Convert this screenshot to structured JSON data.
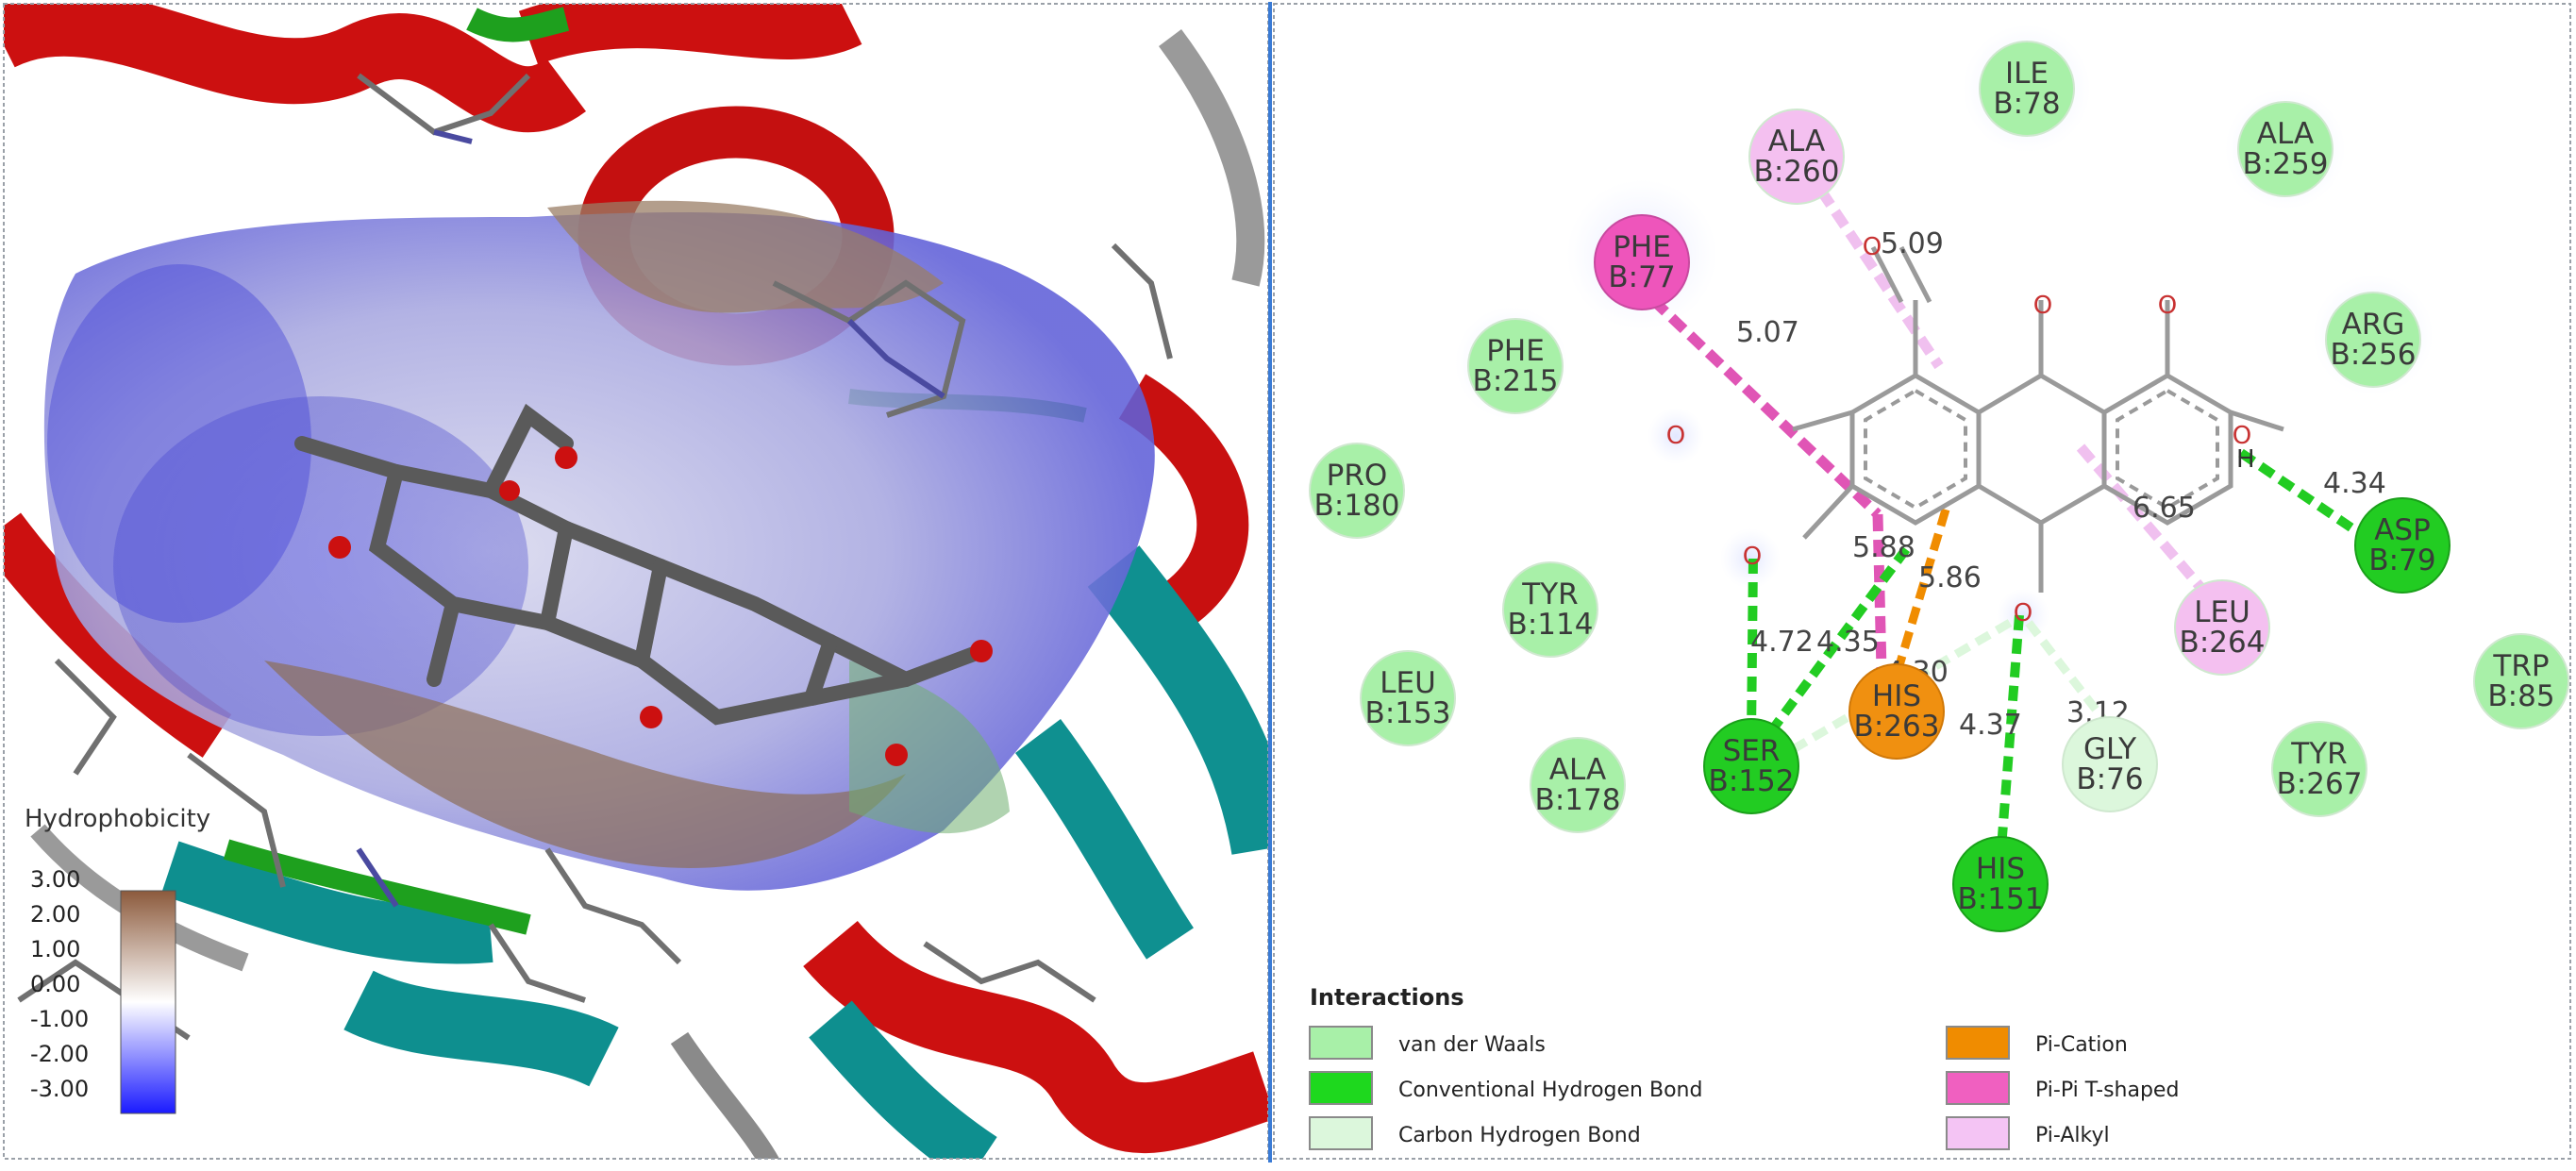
{
  "left_panel": {
    "colorbar": {
      "title": "Hydrophobicity",
      "ticks": [
        "3.00",
        "2.00",
        "1.00",
        "0.00",
        "-1.00",
        "-2.00",
        "-3.00"
      ],
      "colors": {
        "top": "#8c5a3c",
        "mid": "#ffffff",
        "bottom": "#1a1aff"
      }
    }
  },
  "diagram": {
    "residues": [
      {
        "id": "ile78",
        "name": "ILE",
        "chain_pos": "B:78",
        "type": "vdw"
      },
      {
        "id": "ala259",
        "name": "ALA",
        "chain_pos": "B:259",
        "type": "vdw"
      },
      {
        "id": "ala260",
        "name": "ALA",
        "chain_pos": "B:260",
        "type": "pi_alkyl"
      },
      {
        "id": "phe77",
        "name": "PHE",
        "chain_pos": "B:77",
        "type": "pi_pi_t"
      },
      {
        "id": "arg256",
        "name": "ARG",
        "chain_pos": "B:256",
        "type": "vdw"
      },
      {
        "id": "phe215",
        "name": "PHE",
        "chain_pos": "B:215",
        "type": "vdw"
      },
      {
        "id": "pro180",
        "name": "PRO",
        "chain_pos": "B:180",
        "type": "vdw"
      },
      {
        "id": "asp79",
        "name": "ASP",
        "chain_pos": "B:79",
        "type": "hbond"
      },
      {
        "id": "tyr114",
        "name": "TYR",
        "chain_pos": "B:114",
        "type": "vdw"
      },
      {
        "id": "leu264",
        "name": "LEU",
        "chain_pos": "B:264",
        "type": "pi_alkyl"
      },
      {
        "id": "trp85",
        "name": "TRP",
        "chain_pos": "B:85",
        "type": "vdw"
      },
      {
        "id": "leu153",
        "name": "LEU",
        "chain_pos": "B:153",
        "type": "vdw"
      },
      {
        "id": "his263",
        "name": "HIS",
        "chain_pos": "B:263",
        "type": "pi_cation"
      },
      {
        "id": "ser152",
        "name": "SER",
        "chain_pos": "B:152",
        "type": "hbond"
      },
      {
        "id": "gly76",
        "name": "GLY",
        "chain_pos": "B:76",
        "type": "ch_bond"
      },
      {
        "id": "tyr267",
        "name": "TYR",
        "chain_pos": "B:267",
        "type": "vdw"
      },
      {
        "id": "ala178",
        "name": "ALA",
        "chain_pos": "B:178",
        "type": "vdw"
      },
      {
        "id": "his151",
        "name": "HIS",
        "chain_pos": "B:151",
        "type": "hbond"
      }
    ],
    "distances": [
      "5.09",
      "5.07",
      "4.34",
      "6.65",
      "5.88",
      "5.86",
      "4.72",
      "4.35",
      "4.30",
      "3.12",
      "4.37"
    ],
    "atoms": {
      "oxygen": "O",
      "hydrogen": "H"
    },
    "colors": {
      "vdw": "#a8f0a8",
      "hbond": "#22cc22",
      "ch_bond": "#dcf7dc",
      "pi_cation": "#f09010",
      "pi_pi_t": "#ee55bb",
      "pi_alkyl": "#f4c0f0"
    }
  },
  "legend": {
    "title": "Interactions",
    "items": [
      {
        "label": "van der Waals",
        "color": "#a8f0a8"
      },
      {
        "label": "Conventional Hydrogen Bond",
        "color": "#1ed81e"
      },
      {
        "label": "Carbon Hydrogen Bond",
        "color": "#dcf7dc"
      },
      {
        "label": "Pi-Cation",
        "color": "#f08c00"
      },
      {
        "label": "Pi-Pi T-shaped",
        "color": "#f060c0"
      },
      {
        "label": "Pi-Alkyl",
        "color": "#f4c4f4"
      }
    ]
  }
}
